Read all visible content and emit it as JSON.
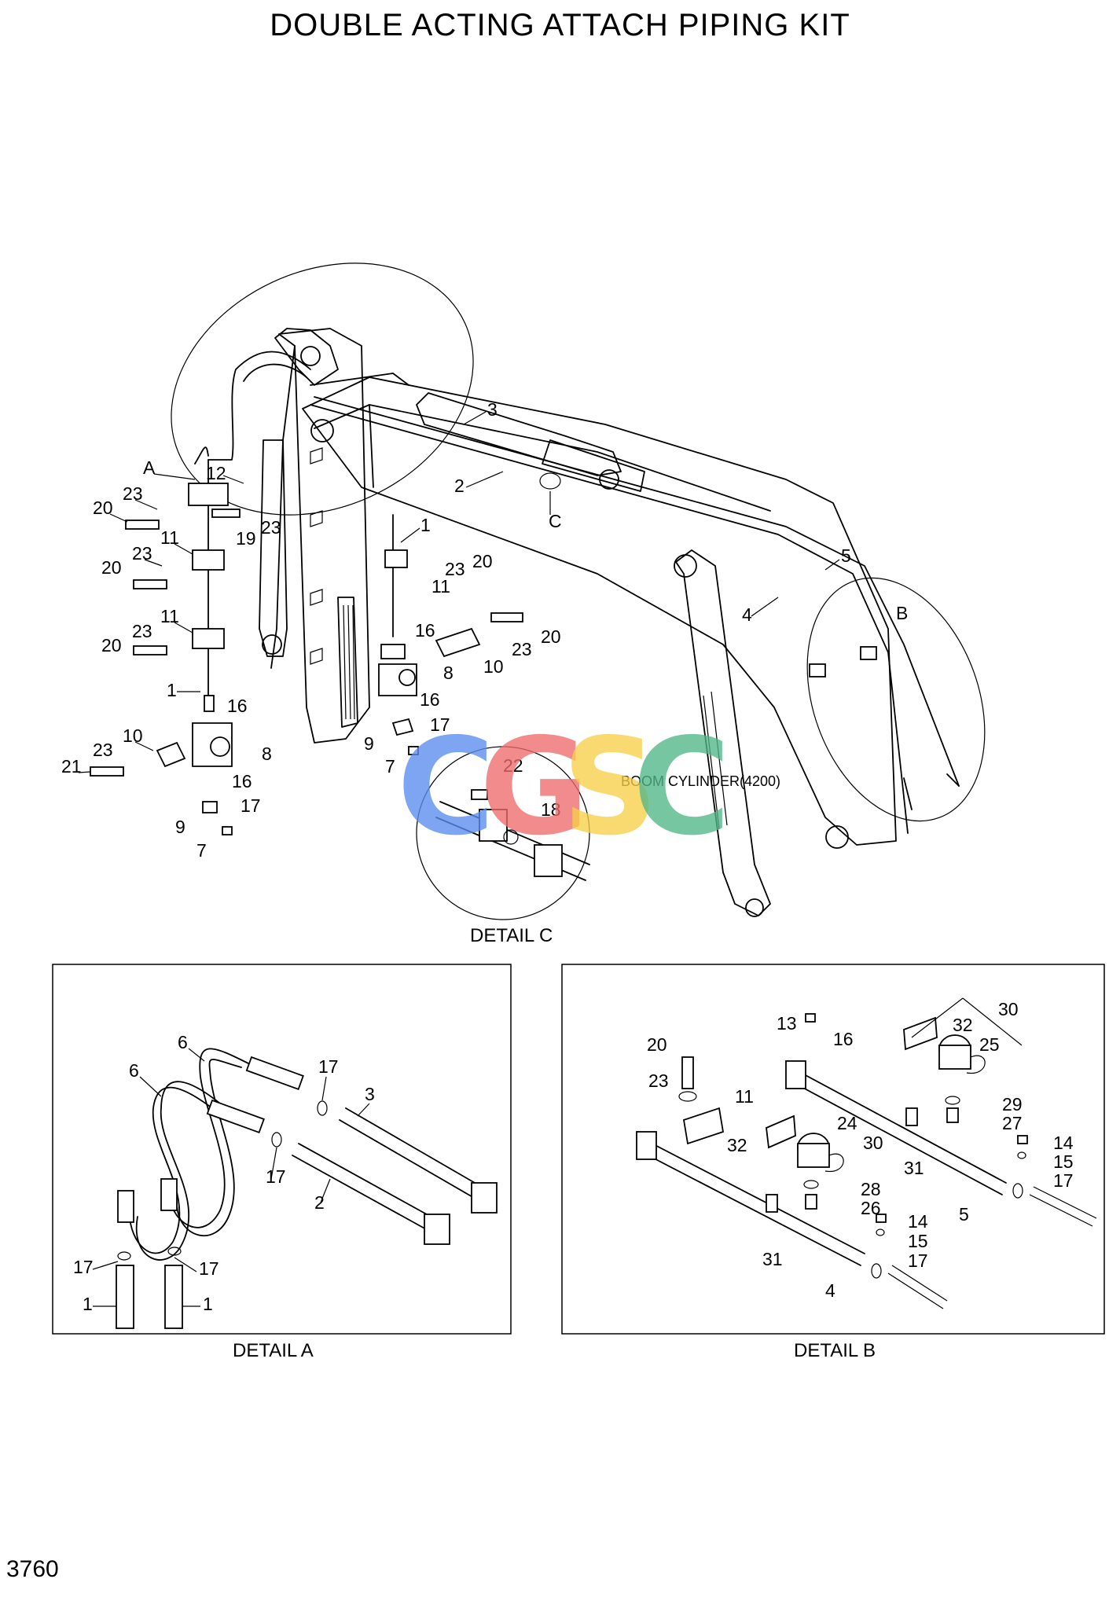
{
  "title": "DOUBLE ACTING ATTACH PIPING KIT",
  "page_number": "3760",
  "watermark": {
    "letters": [
      "C",
      "G",
      "S",
      "C"
    ],
    "colors": [
      "#5b8def",
      "#ef6b6b",
      "#f7d04a",
      "#52b788"
    ]
  },
  "captions": {
    "detail_a": "DETAIL A",
    "detail_b": "DETAIL B",
    "detail_c": "DETAIL C",
    "boom_cylinder": "BOOM CYLINDER(4200)"
  },
  "callouts": {
    "view_a": "A",
    "view_b": "B",
    "view_c": "C",
    "p1": "1",
    "p2": "2",
    "p3": "3",
    "p4": "4",
    "p5": "5",
    "p6": "6",
    "p7": "7",
    "p8": "8",
    "p9": "9",
    "p10": "10",
    "p11": "11",
    "p12": "12",
    "p13": "13",
    "p14": "14",
    "p15": "15",
    "p16": "16",
    "p17": "17",
    "p18": "18",
    "p19": "19",
    "p20": "20",
    "p21": "21",
    "p22": "22",
    "p23": "23",
    "p24": "24",
    "p25": "25",
    "p26": "26",
    "p27": "27",
    "p28": "28",
    "p29": "29",
    "p30": "30",
    "p31": "31",
    "p32": "32"
  }
}
